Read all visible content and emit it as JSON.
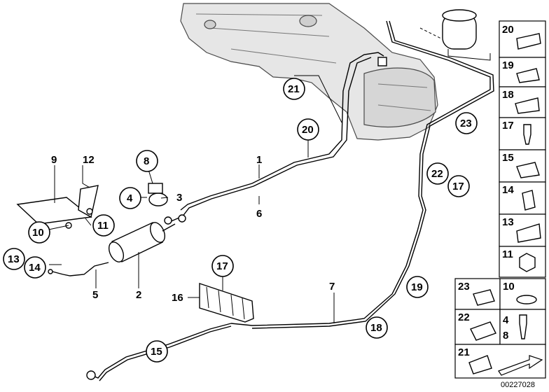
{
  "diagram": {
    "callouts": {
      "c1": "1",
      "c2": "2",
      "c3": "3",
      "c4": "4",
      "c5": "5",
      "c6": "6",
      "c7": "7",
      "c8": "8",
      "c9": "9",
      "c10": "10",
      "c11": "11",
      "c12": "12",
      "c13": "13",
      "c14": "14",
      "c15": "15",
      "c16": "16",
      "c17a": "17",
      "c17b": "17",
      "c18": "18",
      "c19": "19",
      "c20": "20",
      "c21": "21",
      "c22": "22",
      "c23": "23"
    },
    "parts_legend": [
      {
        "number": "20"
      },
      {
        "number": "19"
      },
      {
        "number": "18"
      },
      {
        "number": "17"
      },
      {
        "number": "15"
      },
      {
        "number": "14"
      },
      {
        "number": "13"
      },
      {
        "number": "11"
      }
    ],
    "parts_legend_pairs": [
      {
        "left": "23",
        "right": "10"
      },
      {
        "left": "22",
        "right": "4",
        "right2": "8"
      },
      {
        "left": "21"
      }
    ],
    "diagram_code": "00227028",
    "icons": [
      "fuel-tank",
      "fuel-filter",
      "carbon-canister",
      "hose-clip",
      "clamp",
      "nut",
      "bolt",
      "arrow-icon"
    ]
  }
}
